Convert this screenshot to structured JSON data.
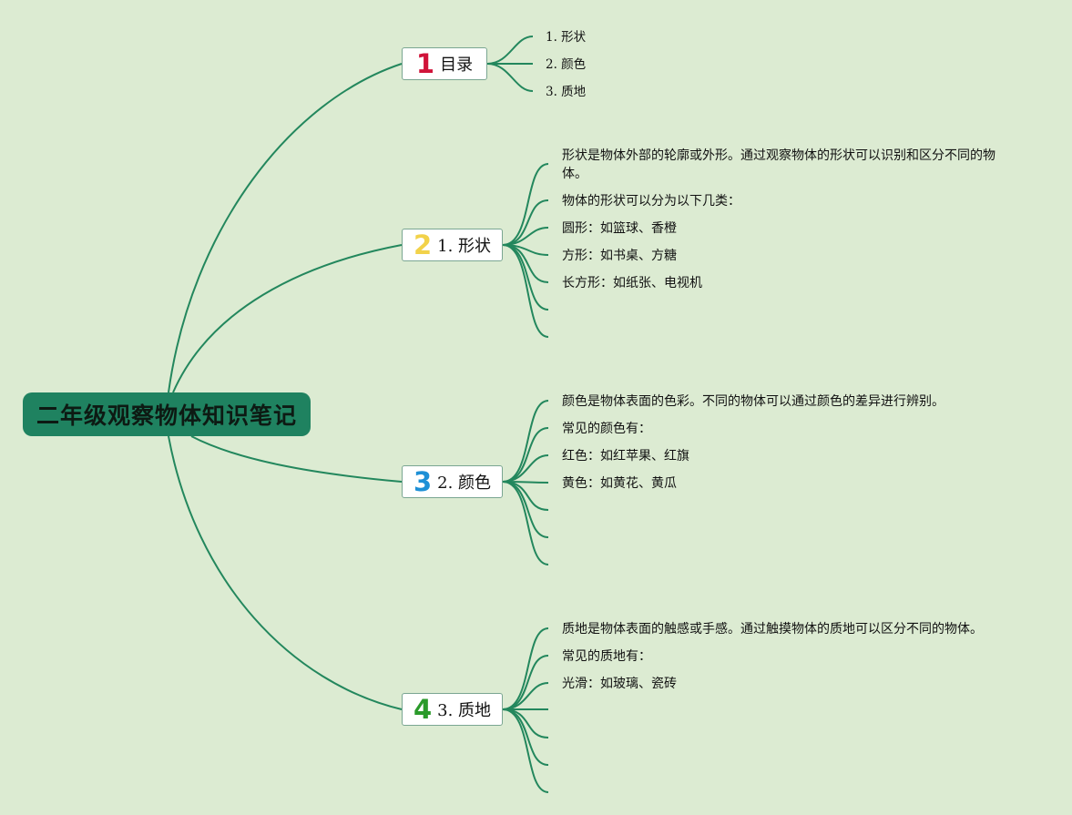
{
  "root": {
    "title": "二年级观察物体知识笔记"
  },
  "branches": [
    {
      "number": "1",
      "number_color": "#d0143a",
      "label": "目录",
      "items": [
        "1. 形状",
        "2. 颜色",
        "3. 质地"
      ]
    },
    {
      "number": "2",
      "number_color": "#f2d24a",
      "label": "1. 形状",
      "items": [
        "形状是物体外部的轮廓或外形。通过观察物体的形状可以识别和区分不同的物体。",
        "物体的形状可以分为以下几类：",
        "圆形：如篮球、香橙",
        "方形：如书桌、方糖",
        "长方形：如纸张、电视机",
        "",
        ""
      ]
    },
    {
      "number": "3",
      "number_color": "#1e90d6",
      "label": "2. 颜色",
      "items": [
        "颜色是物体表面的色彩。不同的物体可以通过颜色的差异进行辨别。",
        "常见的颜色有：",
        "红色：如红苹果、红旗",
        "黄色：如黄花、黄瓜",
        "",
        "",
        ""
      ]
    },
    {
      "number": "4",
      "number_color": "#2a9a2a",
      "label": "3. 质地",
      "items": [
        "质地是物体表面的触感或手感。通过触摸物体的质地可以区分不同的物体。",
        "常见的质地有：",
        "光滑：如玻璃、瓷砖",
        "",
        "",
        "",
        ""
      ]
    }
  ],
  "colors": {
    "connector": "#23875d",
    "root_fill": "#1f8260",
    "background": "#dcebd2"
  }
}
